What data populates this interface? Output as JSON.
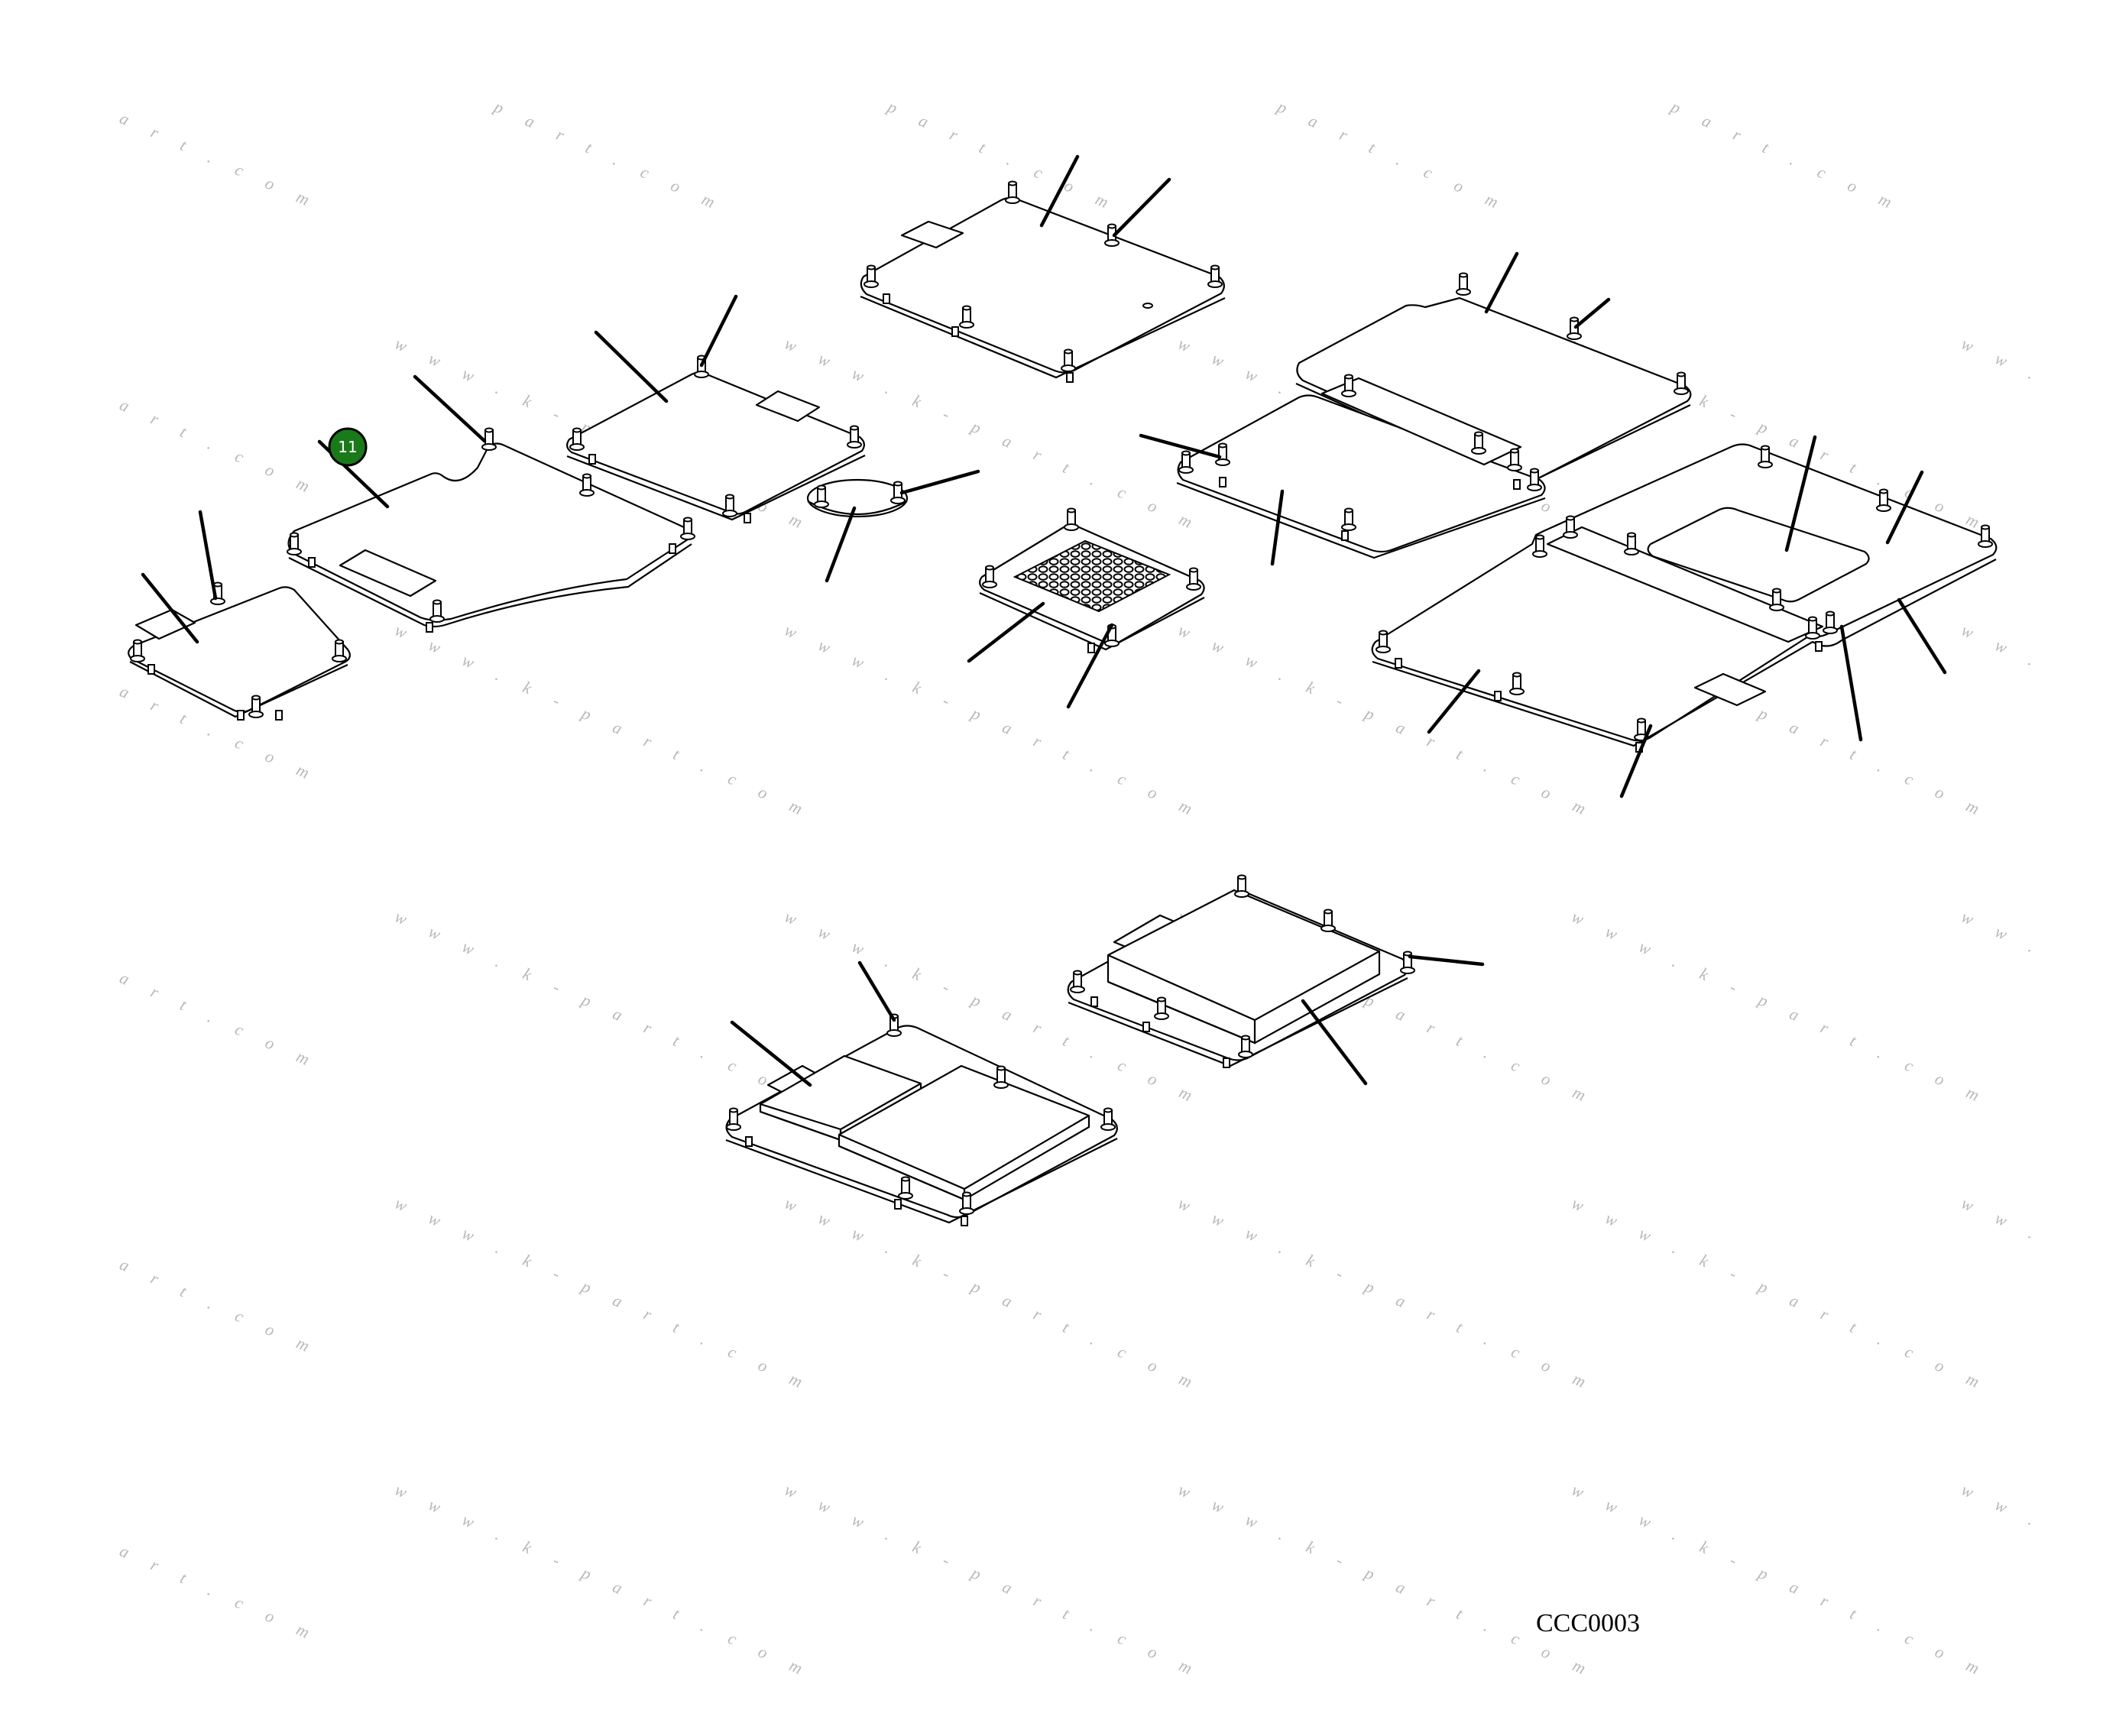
{
  "watermarks": {
    "site_full": "w w w . k - p a r t . c o m",
    "site_part": "p a r t . c o m",
    "site_tail": "a r t . c o m",
    "site_head": "w w ."
  },
  "callout": {
    "number": "11",
    "color": "#1a7a1a"
  },
  "drawing_code": "CCC0003",
  "colors": {
    "line": "#000000",
    "watermark": "#b9b9b9",
    "background": "#ffffff"
  }
}
